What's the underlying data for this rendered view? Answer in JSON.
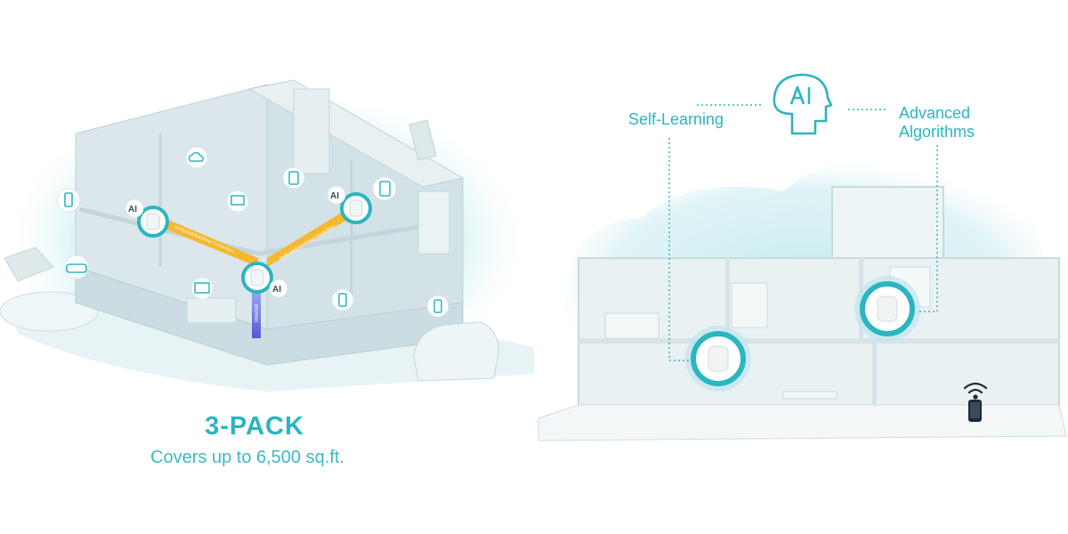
{
  "left": {
    "pack_title": "3-PACK",
    "pack_subtitle": "Covers up to 6,500 sq.ft.",
    "ai_badge": "AI",
    "internet_label": "Internet",
    "connection_label": "Dedicated Backhaul Connection"
  },
  "right": {
    "self_learning": "Self-Learning",
    "advanced_line1": "Advanced",
    "advanced_line2": "Algorithms"
  },
  "colors": {
    "accent": "#2bb5c1",
    "glow": "#cdeef2",
    "backhaul": "#f5b82e",
    "building": "#e4edf0"
  },
  "icons": [
    "router-icon",
    "phone-icon",
    "tablet-icon",
    "laptop-icon",
    "game-controller-icon",
    "tv-icon",
    "cloud-icon",
    "ai-head-icon",
    "wifi-icon"
  ]
}
